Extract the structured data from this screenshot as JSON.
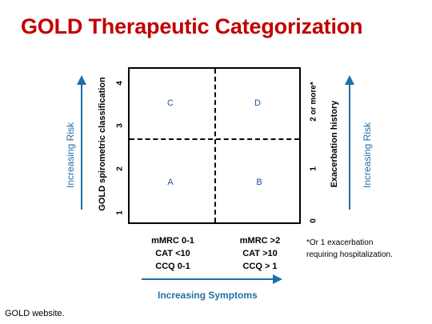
{
  "title": "GOLD Therapeutic Categorization",
  "quadrants": {
    "a": "A",
    "b": "B",
    "c": "C",
    "d": "D"
  },
  "left_axis": {
    "label": "GOLD spirometric classification",
    "ticks": [
      "1",
      "2",
      "3",
      "4"
    ]
  },
  "right_axis": {
    "label": "Exacerbation history",
    "ticks": [
      "0",
      "1",
      "2 or more*"
    ]
  },
  "risk_label_left": "Increasing Risk",
  "risk_label_right": "Increasing Risk",
  "symptoms": {
    "low": [
      "mMRC 0-1",
      "CAT <10",
      "CCQ 0-1"
    ],
    "high": [
      "mMRC >2",
      "CAT >10",
      "CCQ > 1"
    ],
    "axis_label": "Increasing Symptoms"
  },
  "footnote": [
    "*Or 1 exacerbation",
    "requiring hospitalization."
  ],
  "source": "GOLD website.",
  "colors": {
    "title": "#c00000",
    "arrow": "#1f6fa8",
    "quadrant_letter": "#1f4e9a"
  }
}
